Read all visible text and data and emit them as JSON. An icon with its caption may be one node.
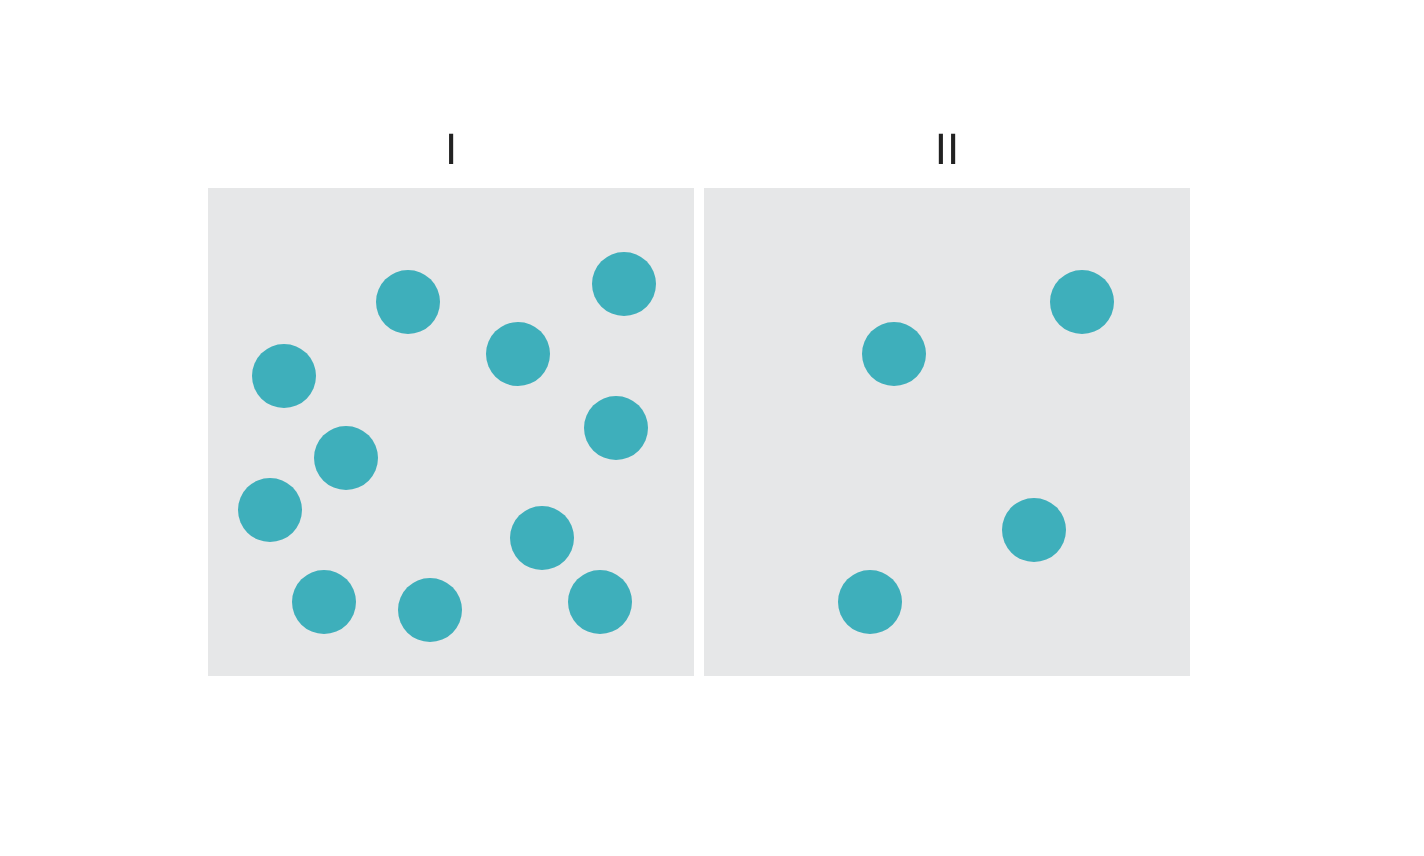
{
  "diagram": {
    "nodes": [
      {
        "text": [
          "I"
        ]
      },
      {
        "text": [],
        "shape": "circle",
        "in": 0
      },
      {
        "text": [],
        "shape": "circle",
        "in": 0
      },
      {
        "text": [],
        "shape": "circle",
        "in": 0
      },
      {
        "text": [],
        "shape": "circle",
        "in": 0
      },
      {
        "text": [],
        "shape": "circle",
        "in": 0
      },
      {
        "text": [],
        "shape": "circle",
        "in": 0
      },
      {
        "text": [],
        "shape": "circle",
        "in": 0
      },
      {
        "text": [],
        "shape": "circle",
        "in": 0
      },
      {
        "text": [],
        "shape": "circle",
        "in": 0
      },
      {
        "text": [],
        "shape": "circle",
        "in": 0
      },
      {
        "text": [],
        "shape": "circle",
        "in": 0
      },
      {
        "text": [
          "II"
        ]
      },
      {
        "text": [],
        "shape": "circle",
        "in": 12
      },
      {
        "text": [],
        "shape": "circle",
        "in": 12
      },
      {
        "text": [],
        "shape": "circle",
        "in": 12
      },
      {
        "text": [],
        "shape": "circle",
        "in": 12
      }
    ]
  }
}
